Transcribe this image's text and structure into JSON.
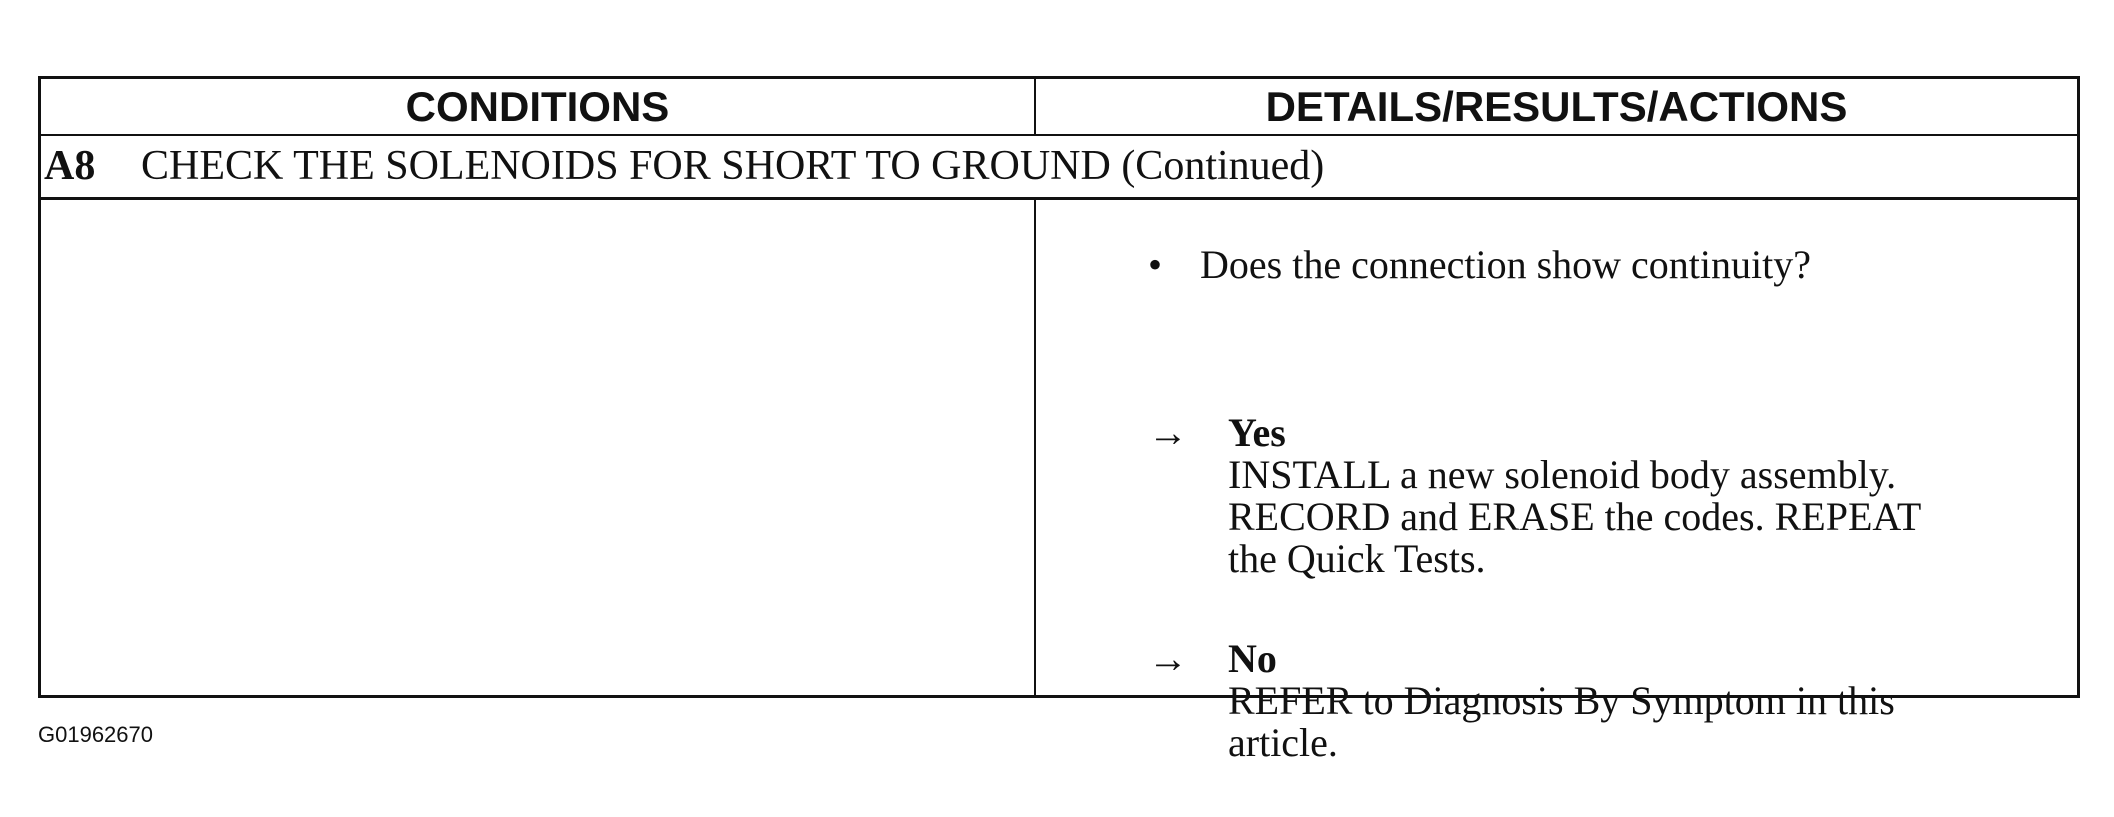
{
  "table": {
    "headers": {
      "conditions": "CONDITIONS",
      "details": "DETAILS/RESULTS/ACTIONS"
    },
    "step": {
      "number": "A8",
      "title": "CHECK THE SOLENOIDS FOR SHORT TO GROUND (Continued)"
    },
    "details": {
      "question": {
        "bullet": "•",
        "text": "Does the connection show continuity?"
      },
      "answers": [
        {
          "arrow": "→",
          "label": "Yes",
          "text": "INSTALL a new solenoid body assembly.\nRECORD and ERASE the codes. REPEAT\nthe Quick Tests."
        },
        {
          "arrow": "→",
          "label": "No",
          "text": "REFER to Diagnosis By Symptom in this\narticle."
        }
      ]
    }
  },
  "figure_id": "G01962670"
}
